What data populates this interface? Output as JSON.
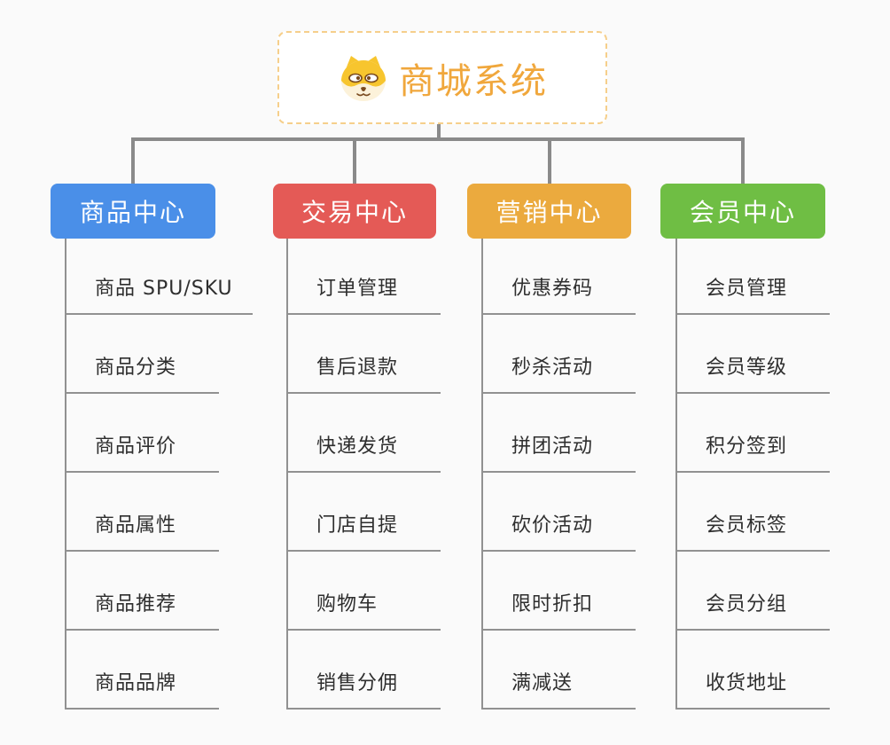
{
  "root": {
    "title": "商城系统",
    "icon": "shiba-dog-icon",
    "title_color": "#f0a73c",
    "border_color": "#f6cf8b"
  },
  "connector_color": "#8a8a8a",
  "branches": [
    {
      "label": "商品中心",
      "color": "#4a8fe8",
      "items": [
        "商品 SPU/SKU",
        "商品分类",
        "商品评价",
        "商品属性",
        "商品推荐",
        "商品品牌"
      ]
    },
    {
      "label": "交易中心",
      "color": "#e45a56",
      "items": [
        "订单管理",
        "售后退款",
        "快递发货",
        "门店自提",
        "购物车",
        "销售分佣"
      ]
    },
    {
      "label": "营销中心",
      "color": "#ebaa3e",
      "items": [
        "优惠券码",
        "秒杀活动",
        "拼团活动",
        "砍价活动",
        "限时折扣",
        "满减送"
      ]
    },
    {
      "label": "会员中心",
      "color": "#6fbe44",
      "items": [
        "会员管理",
        "会员等级",
        "积分签到",
        "会员标签",
        "会员分组",
        "收货地址"
      ]
    }
  ]
}
